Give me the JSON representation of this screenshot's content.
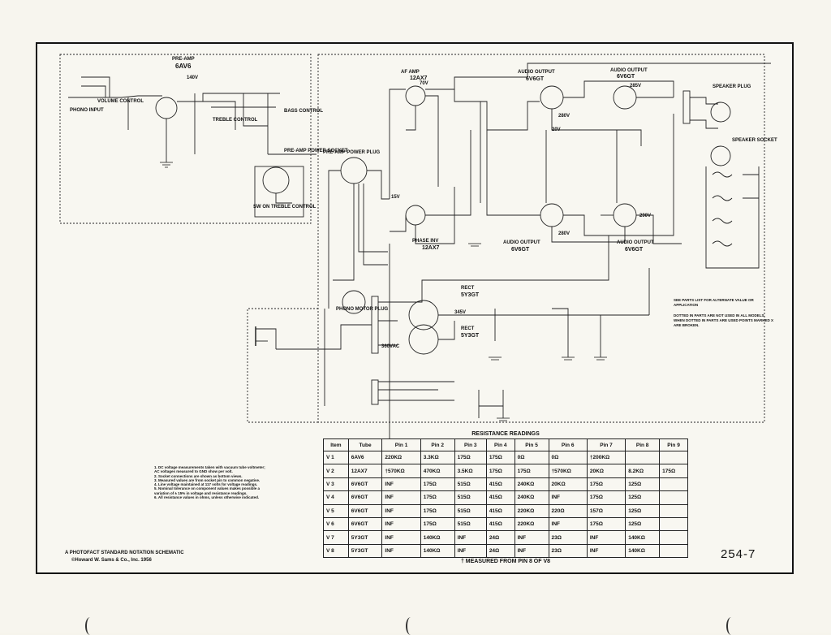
{
  "page": {
    "page_number": "254-7",
    "credit_line1": "A PHOTOFACT STANDARD NOTATION SCHEMATIC",
    "credit_line2": "©Howard W. Sams & Co., Inc. 1956"
  },
  "notes": [
    "1. DC voltage measurements taken with vacuum tube voltmeter;",
    "   AC voltages measured to GND show per volt.",
    "2. Socket connections are shown as bottom views.",
    "3. Measured values are from socket pin to common negative.",
    "4. Line voltage maintained at 117 volts for voltage readings.",
    "5. Nominal tolerance on component values makes possible a",
    "   variation of ± 15% in voltage and resistance readings.",
    "6. All resistance values in ohms, unless otherwise indicated."
  ],
  "legend": {
    "line1": "SEE PARTS LIST FOR ALTERNATE VALUE OR APPLICATION",
    "line2": "DOTTED IN PARTS ARE NOT USED IN ALL MODELS. WHEN DOTTED IN PARTS ARE USED POINTS MARKED X ARE BROKEN."
  },
  "schematic_labels": {
    "preamp": "PRE-AMP",
    "preamp_tube": "6AV6",
    "phono_input": "PHONO INPUT",
    "volume_control": "VOLUME CONTROL",
    "treble_control": "TREBLE CONTROL",
    "bass_control": "BASS CONTROL",
    "preamp_power_socket": "PRE-AMP POWER SOCKET",
    "switch_label": "SW ON TREBLE CONTROL",
    "preamp_power_plug": "PRE-AMP POWER PLUG",
    "af_amp": "AF AMP",
    "af_amp_tube": "12AX7",
    "phase_inv": "PHASE INV",
    "phase_inv_tube": "12AX7",
    "audio_output_1": "AUDIO OUTPUT",
    "audio_output_1_tube": "6V6GT",
    "audio_output_2": "AUDIO OUTPUT",
    "audio_output_2_tube": "6V6GT",
    "audio_output_3": "AUDIO OUTPUT",
    "audio_output_3_tube": "6V6GT",
    "audio_output_4": "AUDIO OUTPUT",
    "audio_output_4_tube": "6V6GT",
    "rect_1": "RECT",
    "rect_1_tube": "5Y3GT",
    "rect_2": "RECT",
    "rect_2_tube": "5Y3GT",
    "speaker_plug": "SPEAKER PLUG",
    "speaker_socket": "SPEAKER SOCKET",
    "phono_motor_plug": "PHONO MOTOR PLUG",
    "v345": "345V",
    "v360vac": "360VAC",
    "v280a": "280V",
    "v280b": "280V",
    "v285": "285V",
    "v290": "290V",
    "v20": "20V",
    "v15": "15V",
    "v70": "70V",
    "v140": "140V"
  },
  "table": {
    "title": "RESISTANCE READINGS",
    "headers": [
      "Item",
      "Tube",
      "Pin 1",
      "Pin 2",
      "Pin 3",
      "Pin 4",
      "Pin 5",
      "Pin 6",
      "Pin 7",
      "Pin 8",
      "Pin 9"
    ],
    "rows": [
      [
        "V 1",
        "6AV6",
        "220KΩ",
        "3.3KΩ",
        "175Ω",
        "175Ω",
        "0Ω",
        "0Ω",
        "†200KΩ",
        "",
        ""
      ],
      [
        "V 2",
        "12AX7",
        "†570KΩ",
        "470KΩ",
        "3.5KΩ",
        "175Ω",
        "175Ω",
        "†570KΩ",
        "20KΩ",
        "8.2KΩ",
        "175Ω"
      ],
      [
        "V 3",
        "6V6GT",
        "INF",
        "175Ω",
        "515Ω",
        "415Ω",
        "240KΩ",
        "20KΩ",
        "175Ω",
        "125Ω",
        ""
      ],
      [
        "V 4",
        "6V6GT",
        "INF",
        "175Ω",
        "515Ω",
        "415Ω",
        "240KΩ",
        "INF",
        "175Ω",
        "125Ω",
        ""
      ],
      [
        "V 5",
        "6V6GT",
        "INF",
        "175Ω",
        "515Ω",
        "415Ω",
        "220KΩ",
        "220Ω",
        "157Ω",
        "125Ω",
        ""
      ],
      [
        "V 6",
        "6V6GT",
        "INF",
        "175Ω",
        "515Ω",
        "415Ω",
        "220KΩ",
        "INF",
        "175Ω",
        "125Ω",
        ""
      ],
      [
        "V 7",
        "5Y3GT",
        "INF",
        "140KΩ",
        "INF",
        "24Ω",
        "INF",
        "23Ω",
        "INF",
        "140KΩ",
        ""
      ],
      [
        "V 8",
        "5Y3GT",
        "INF",
        "140KΩ",
        "INF",
        "24Ω",
        "INF",
        "23Ω",
        "INF",
        "140KΩ",
        ""
      ]
    ],
    "footnote": "† MEASURED FROM PIN 8 OF V8"
  }
}
